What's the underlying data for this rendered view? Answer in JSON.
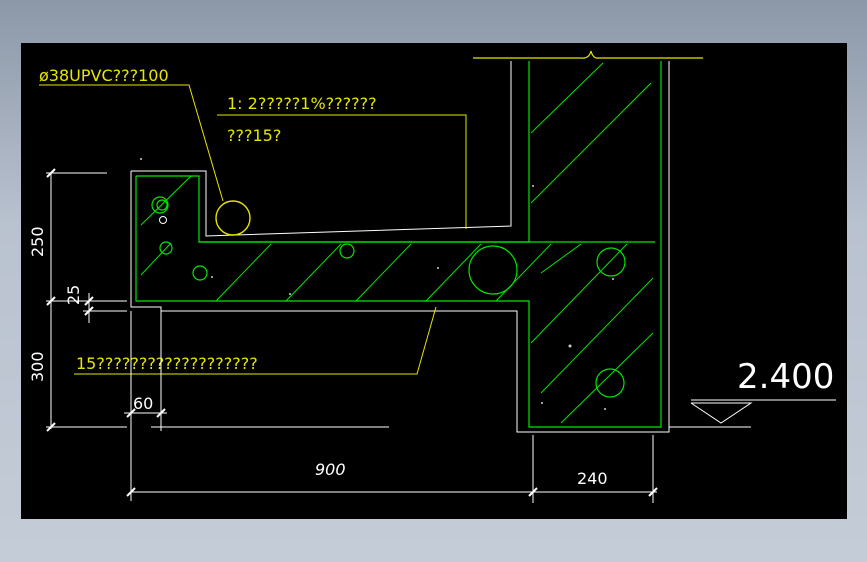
{
  "drawing": {
    "notes": {
      "drain_pipe": "ø38UPVC???100",
      "mortar_line1": "1: 2?????1%??????",
      "mortar_line2": "???15?",
      "bottom_note": "15???????????????????"
    },
    "dimensions": {
      "d250": "250",
      "d25": "25",
      "d300": "300",
      "d60": "60",
      "d900": "900",
      "d240": "240"
    },
    "elevation": "2.400"
  },
  "colors": {
    "background": "#000000",
    "outline": "#ffffff",
    "concrete": "#00e600",
    "annotation": "#e6e600"
  }
}
